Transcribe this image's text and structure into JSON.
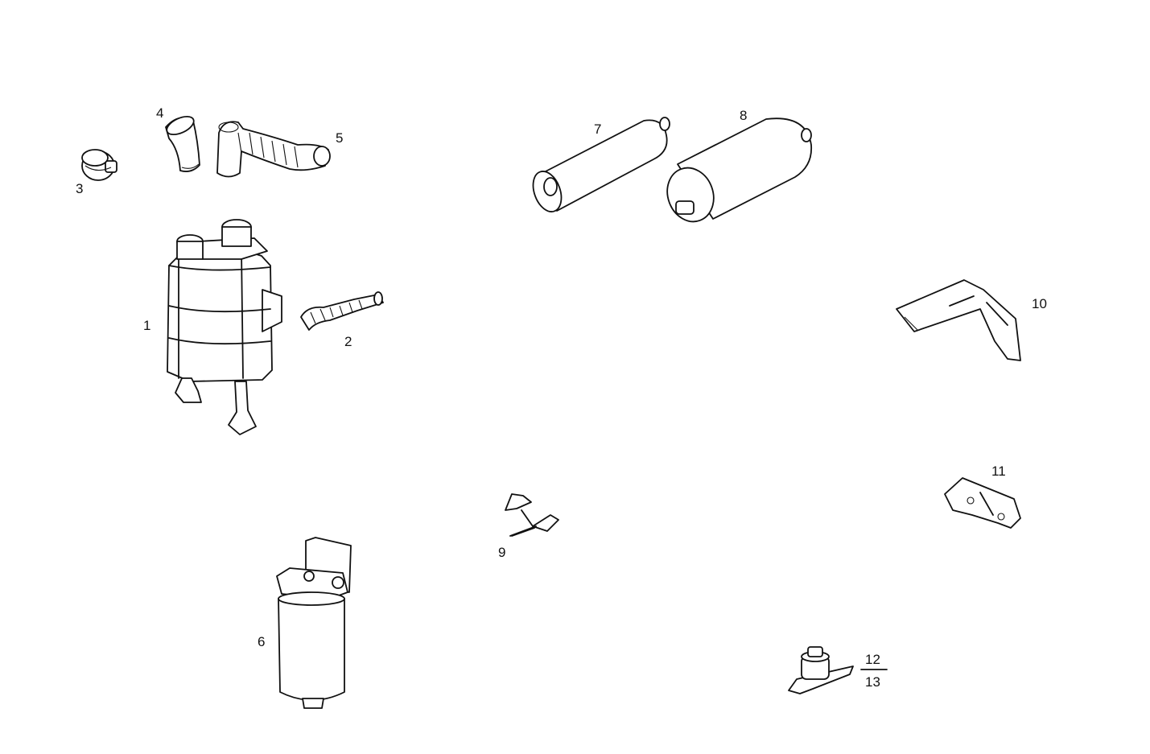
{
  "diagram": {
    "callouts": [
      {
        "id": "c1",
        "text": "1"
      },
      {
        "id": "c2",
        "text": "2"
      },
      {
        "id": "c3",
        "text": "3"
      },
      {
        "id": "c4",
        "text": "4"
      },
      {
        "id": "c5",
        "text": "5"
      },
      {
        "id": "c6",
        "text": "6"
      },
      {
        "id": "c7",
        "text": "7"
      },
      {
        "id": "c8",
        "text": "8"
      },
      {
        "id": "c9",
        "text": "9"
      },
      {
        "id": "c10",
        "text": "10"
      },
      {
        "id": "c11",
        "text": "11"
      },
      {
        "id": "c12",
        "text": "12"
      },
      {
        "id": "c13",
        "text": "13"
      }
    ],
    "colors": {
      "ink": "#111111",
      "paper": "#ffffff"
    }
  }
}
